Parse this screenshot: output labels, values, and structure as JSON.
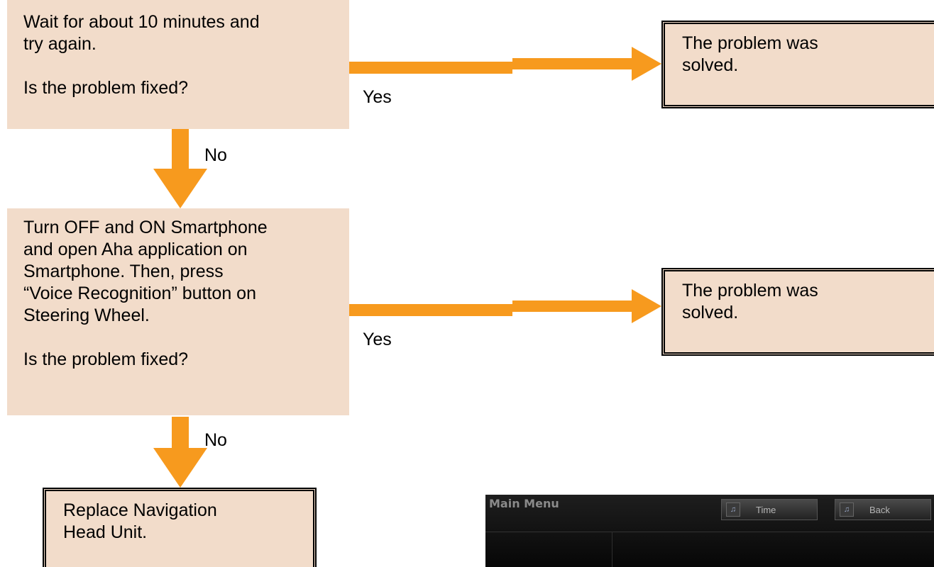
{
  "flowchart": {
    "step1": {
      "line1": "Wait for about 10 minutes and",
      "line2": "try again.",
      "question": "Is the problem fixed?"
    },
    "step2": {
      "line1": "Turn OFF and ON Smartphone",
      "line2": "and open Aha application on",
      "line3": "Smartphone.  Then, press",
      "line4": "“Voice Recognition” button on",
      "line5": "Steering Wheel.",
      "question": "Is the problem fixed?"
    },
    "result1": {
      "line1": "The problem was",
      "line2": "solved."
    },
    "result2": {
      "line1": "The problem was",
      "line2": "solved."
    },
    "result3": {
      "line1": "Replace Navigation",
      "line2": "Head Unit."
    },
    "labels": {
      "yes1": "Yes",
      "no1": "No",
      "yes2": "Yes",
      "no2": "No"
    },
    "colors": {
      "box_fill": "#f2dcca",
      "arrow": "#f79a1e"
    }
  },
  "screen": {
    "title": "Main Menu",
    "buttons": [
      {
        "label": "Time",
        "icon": "voice-icon"
      },
      {
        "label": "Back",
        "icon": "voice-icon"
      }
    ]
  }
}
